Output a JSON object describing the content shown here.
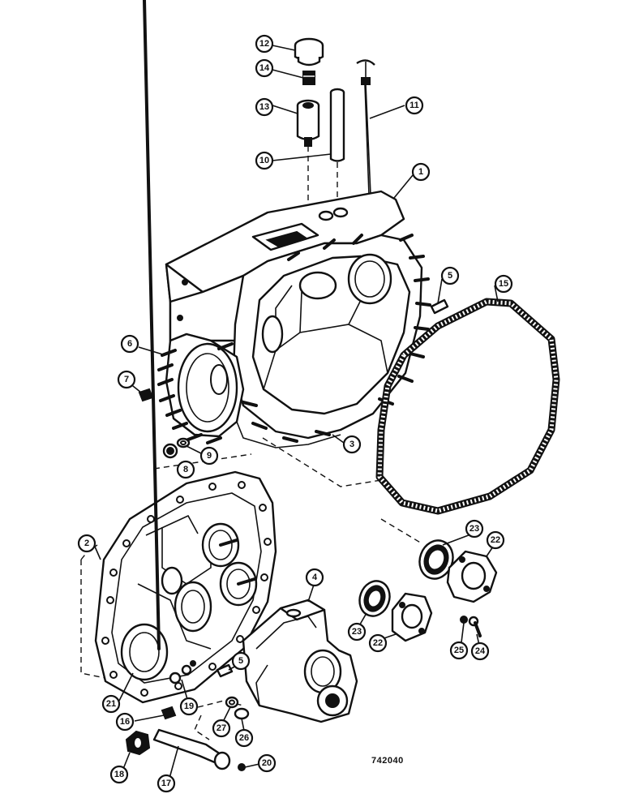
{
  "figure_number": "742040",
  "callouts": [
    "1",
    "2",
    "3",
    "4",
    "5",
    "5",
    "6",
    "7",
    "8",
    "9",
    "10",
    "11",
    "12",
    "13",
    "14",
    "15",
    "16",
    "17",
    "18",
    "19",
    "20",
    "21",
    "22",
    "22",
    "23",
    "23",
    "24",
    "25",
    "26",
    "27"
  ],
  "colors": {
    "ink": "#111111",
    "paper": "#ffffff"
  }
}
